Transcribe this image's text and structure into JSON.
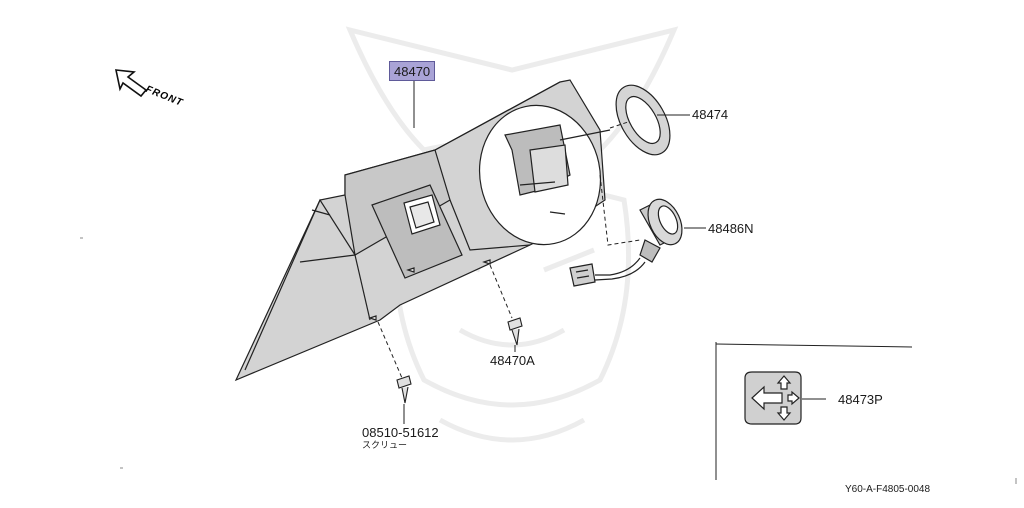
{
  "direction_label": "FRONT",
  "parts": {
    "main_panel": "48470",
    "ring_gasket": "48474",
    "lamp_socket": "48486N",
    "clip": "48470A",
    "screw_number": "08510-51612",
    "screw_name": "スクリュー",
    "switch": "48473P"
  },
  "diagram_ref": "Y60-A-F4805-0048",
  "colors": {
    "highlight": "#a9a3d6",
    "line": "#222222",
    "shade": "#cfcfcf"
  }
}
